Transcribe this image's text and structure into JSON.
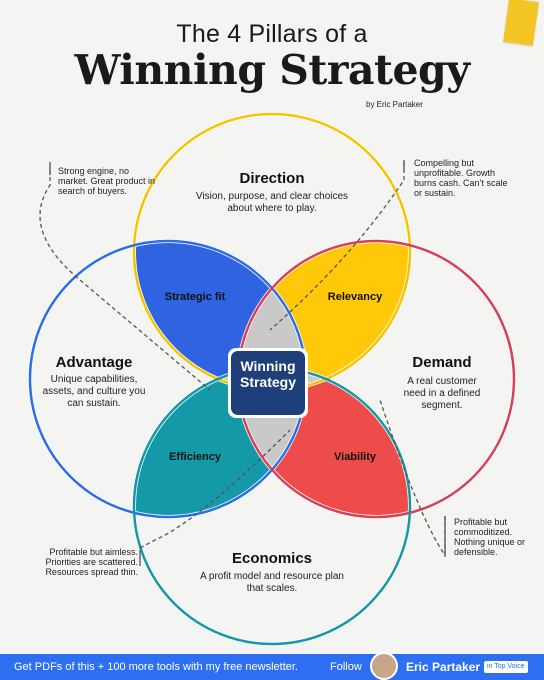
{
  "header": {
    "title_line1": "The 4 Pillars of a",
    "title_line2": "Winning Strategy",
    "byline": "by Eric Partaker"
  },
  "pillars": {
    "direction": {
      "title": "Direction",
      "desc": "Vision, purpose, and clear choices about where to play.",
      "color": "#f5c400"
    },
    "demand": {
      "title": "Demand",
      "desc": "A real customer need in a defined segment.",
      "color": "#d6415a"
    },
    "economics": {
      "title": "Economics",
      "desc": "A profit model and resource plan that scales.",
      "color": "#1597a6"
    },
    "advantage": {
      "title": "Advantage",
      "desc": "Unique capabilities, assets, and culture you can sustain.",
      "color": "#2b6ee6"
    }
  },
  "overlaps": {
    "strategic_fit": {
      "label": "Strategic fit",
      "color": "#2f63e0"
    },
    "relevancy": {
      "label": "Relevancy",
      "color": "#ffc90a"
    },
    "efficiency": {
      "label": "Efficiency",
      "color": "#1499a9"
    },
    "viability": {
      "label": "Viability",
      "color": "#ee4b4b"
    }
  },
  "center": {
    "label": "Winning Strategy",
    "color": "#1f3f7a"
  },
  "notes": {
    "top_left": "Strong engine, no market. Great product in search of buyers.",
    "top_right": "Compelling but unprofitable. Growth burns cash. Can’t scale or sustain.",
    "bottom_left": "Profitable but aimless. Priorities are scattered. Resources spread thin.",
    "bottom_right": "Profitable but commoditized. Nothing unique or defensible."
  },
  "footer": {
    "cta": "Get PDFs of this + 100 more tools with my free newsletter.",
    "follow": "Follow",
    "author": "Eric Partaker",
    "badge": "in Top Voice",
    "color": "#2e6ff2"
  }
}
